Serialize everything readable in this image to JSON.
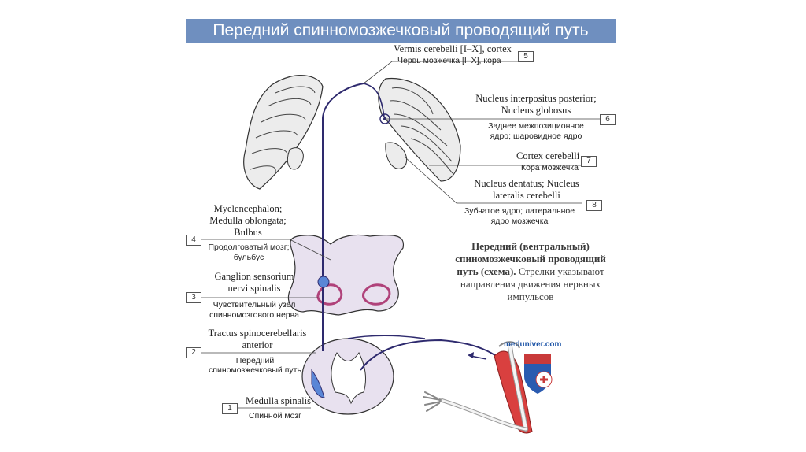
{
  "title": "Передний спинномозжечковый проводящий путь",
  "labels": [
    {
      "n": "5",
      "lat": "Vermis cerebelli [I–X], cortex",
      "rus": "Червь мозжечка [I–X], кора"
    },
    {
      "n": "6",
      "lat": "Nucleus interpositus posterior; Nucleus globosus",
      "lat1": "Nucleus interpositus posterior;",
      "lat2": "Nucleus globosus",
      "rus1": "Заднее межпозиционное",
      "rus2": "ядро; шаровидное ядро"
    },
    {
      "n": "7",
      "lat": "Cortex cerebelli",
      "rus": "Кора мозжечка"
    },
    {
      "n": "8",
      "lat1": "Nucleus dentatus; Nucleus",
      "lat2": "lateralis cerebelli",
      "rus1": "Зубчатое ядро; латеральное",
      "rus2": "ядро мозжечка"
    },
    {
      "n": "4",
      "lat1": "Myelencephalon;",
      "lat2": "Medulla oblongata;",
      "lat3": "Bulbus",
      "rus1": "Продолговатый мозг;",
      "rus2": "бульбус"
    },
    {
      "n": "3",
      "lat1": "Ganglion sensorium",
      "lat2": "nervi spinalis",
      "rus1": "Чувствительный узел",
      "rus2": "спинномозгового нерва"
    },
    {
      "n": "2",
      "lat1": "Tractus spinocerebellaris",
      "lat2": "anterior",
      "rus1": "Передний",
      "rus2": "спиномозжечковый путь"
    },
    {
      "n": "1",
      "lat": "Medulla spinalis",
      "rus": "Спинной мозг"
    }
  ],
  "caption": {
    "bold1": "Передний (вентральный)",
    "bold2": "спиномозжечковый проводящий",
    "bold3": "путь (схема).",
    "rest1": " Стрелки указывают",
    "rest2": "направления движения нервных",
    "rest3": "импульсов"
  },
  "watermark": "meduniver.com",
  "colors": {
    "title_bar": "#6f8fbf",
    "pathway": "#2e2a6e",
    "muscle": "#d9403f",
    "ganglion": "#5a86d6",
    "tissue": "#e8e1ef"
  }
}
